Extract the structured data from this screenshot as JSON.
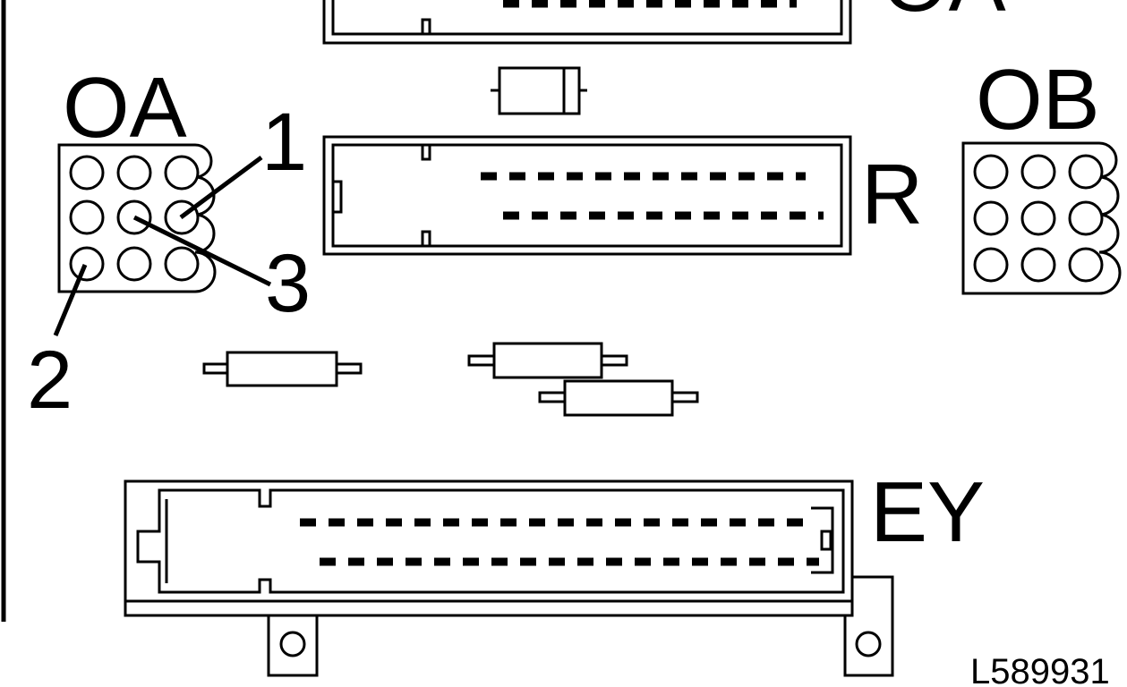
{
  "labels": {
    "top_connector": "OA",
    "connector_oa": "OA",
    "connector_ob": "OB",
    "connector_r": "R",
    "connector_ey": "EY",
    "pin_1": "1",
    "pin_2": "2",
    "pin_3": "3",
    "figure_ref": "L589931"
  }
}
